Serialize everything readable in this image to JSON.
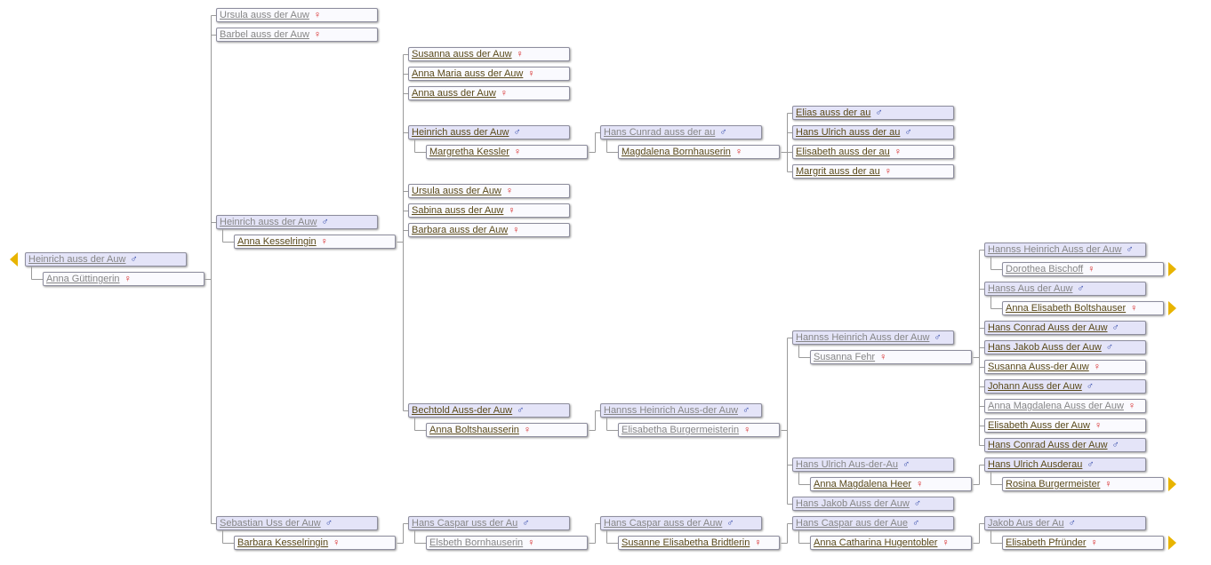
{
  "colors": {
    "link": "#5a4a1a",
    "link_gray": "#868686",
    "male_bg": "#e4e4f8",
    "female_bg": "#fafafe",
    "male_symbol": "#2f46a8",
    "female_symbol": "#d41c1c",
    "arrow": "#e8b400"
  },
  "icons": {
    "male": "♂",
    "female": "♀"
  },
  "nav": {
    "back_icon": "left-arrow-icon",
    "expand_icon": "right-arrow-icon"
  },
  "people": [
    {
      "id": "p_root",
      "name": "Heinrich auss der Auw",
      "sex": "male",
      "gray": true
    },
    {
      "id": "s_root",
      "name": "Anna Güttingerin",
      "sex": "female",
      "gray": true
    },
    {
      "id": "c1",
      "name": "Ursula auss der Auw",
      "sex": "female",
      "gray": true
    },
    {
      "id": "c2",
      "name": "Barbel auss der Auw",
      "sex": "female",
      "gray": true
    },
    {
      "id": "c3",
      "name": "Heinrich auss der Auw",
      "sex": "male",
      "gray": true
    },
    {
      "id": "s_c3",
      "name": "Anna Kesselringin",
      "sex": "female",
      "gray": false
    },
    {
      "id": "c4",
      "name": "Sebastian Uss der Auw",
      "sex": "male",
      "gray": true
    },
    {
      "id": "s_c4",
      "name": "Barbara Kesselringin",
      "sex": "female",
      "gray": false
    },
    {
      "id": "g1",
      "name": "Susanna auss der Auw",
      "sex": "female",
      "gray": false
    },
    {
      "id": "g2",
      "name": "Anna Maria auss der Auw",
      "sex": "female",
      "gray": false
    },
    {
      "id": "g3",
      "name": "Anna auss der Auw",
      "sex": "female",
      "gray": false
    },
    {
      "id": "g4",
      "name": "Heinrich auss der Auw",
      "sex": "male",
      "gray": false
    },
    {
      "id": "s_g4",
      "name": "Margretha Kessler",
      "sex": "female",
      "gray": false
    },
    {
      "id": "g5",
      "name": "Ursula auss der Auw",
      "sex": "female",
      "gray": false
    },
    {
      "id": "g6",
      "name": "Sabina auss der Auw",
      "sex": "female",
      "gray": false
    },
    {
      "id": "g7",
      "name": "Barbara auss der Auw",
      "sex": "female",
      "gray": false
    },
    {
      "id": "g8",
      "name": "Bechtold Auss-der Auw",
      "sex": "male",
      "gray": false
    },
    {
      "id": "s_g8",
      "name": "Anna Boltshausserin",
      "sex": "female",
      "gray": false
    },
    {
      "id": "g9",
      "name": "Hans Caspar uss der Au",
      "sex": "male",
      "gray": true
    },
    {
      "id": "s_g9",
      "name": "Elsbeth Bornhauserin",
      "sex": "female",
      "gray": true
    },
    {
      "id": "h1",
      "name": "Hans Cunrad auss der au",
      "sex": "male",
      "gray": true
    },
    {
      "id": "s_h1",
      "name": "Magdalena Bornhauserin",
      "sex": "female",
      "gray": false
    },
    {
      "id": "h2",
      "name": "Hannss Heinrich Auss-der Auw",
      "sex": "male",
      "gray": true
    },
    {
      "id": "s_h2",
      "name": "Elisabetha Burgermeisterin",
      "sex": "female",
      "gray": true
    },
    {
      "id": "h3",
      "name": "Hans Caspar auss der Auw",
      "sex": "male",
      "gray": true
    },
    {
      "id": "s_h3",
      "name": "Susanne Elisabetha Bridtlerin",
      "sex": "female",
      "gray": false
    },
    {
      "id": "i1",
      "name": "Elias auss der au",
      "sex": "male",
      "gray": false
    },
    {
      "id": "i2",
      "name": "Hans Ulrich auss der au",
      "sex": "male",
      "gray": false
    },
    {
      "id": "i3",
      "name": "Elisabeth auss der au",
      "sex": "female",
      "gray": false
    },
    {
      "id": "i4",
      "name": "Margrit auss der au",
      "sex": "female",
      "gray": false
    },
    {
      "id": "i5",
      "name": "Hannss Heinrich Auss der Auw",
      "sex": "male",
      "gray": true
    },
    {
      "id": "s_i5",
      "name": "Susanna Fehr",
      "sex": "female",
      "gray": true
    },
    {
      "id": "i6",
      "name": "Hans Ulrich Aus-der-Au",
      "sex": "male",
      "gray": true
    },
    {
      "id": "s_i6",
      "name": "Anna Magdalena Heer",
      "sex": "female",
      "gray": false
    },
    {
      "id": "i7",
      "name": "Hans Jakob Auss der Auw",
      "sex": "male",
      "gray": true
    },
    {
      "id": "i8",
      "name": "Hans Caspar aus der Aue",
      "sex": "male",
      "gray": true
    },
    {
      "id": "s_i8",
      "name": "Anna Catharina Hugentobler",
      "sex": "female",
      "gray": false
    },
    {
      "id": "j1",
      "name": "Hannss Heinrich Auss der Auw",
      "sex": "male",
      "gray": true
    },
    {
      "id": "s_j1",
      "name": "Dorothea Bischoff",
      "sex": "female",
      "gray": true
    },
    {
      "id": "j2",
      "name": "Hanss Aus der Auw",
      "sex": "male",
      "gray": true
    },
    {
      "id": "s_j2",
      "name": "Anna Elisabeth Boltshauser",
      "sex": "female",
      "gray": false
    },
    {
      "id": "j3",
      "name": "Hans Conrad Auss der Auw",
      "sex": "male",
      "gray": false
    },
    {
      "id": "j4",
      "name": "Hans Jakob Auss der Auw",
      "sex": "male",
      "gray": false
    },
    {
      "id": "j5",
      "name": "Susanna Auss-der Auw",
      "sex": "female",
      "gray": false
    },
    {
      "id": "j6",
      "name": "Johann Auss der Auw",
      "sex": "male",
      "gray": false
    },
    {
      "id": "j7",
      "name": "Anna Magdalena Auss der Auw",
      "sex": "female",
      "gray": true
    },
    {
      "id": "j8",
      "name": "Elisabeth Auss der Auw",
      "sex": "female",
      "gray": false
    },
    {
      "id": "j9",
      "name": "Hans Conrad Auss der Auw",
      "sex": "male",
      "gray": false
    },
    {
      "id": "j10",
      "name": "Hans Ulrich Ausderau",
      "sex": "male",
      "gray": false
    },
    {
      "id": "s_j10",
      "name": "Rosina Burgermeister",
      "sex": "female",
      "gray": false
    },
    {
      "id": "j11",
      "name": "Jakob Aus der Au",
      "sex": "male",
      "gray": true
    },
    {
      "id": "s_j11",
      "name": "Elisabeth Pfründer",
      "sex": "female",
      "gray": false
    }
  ]
}
